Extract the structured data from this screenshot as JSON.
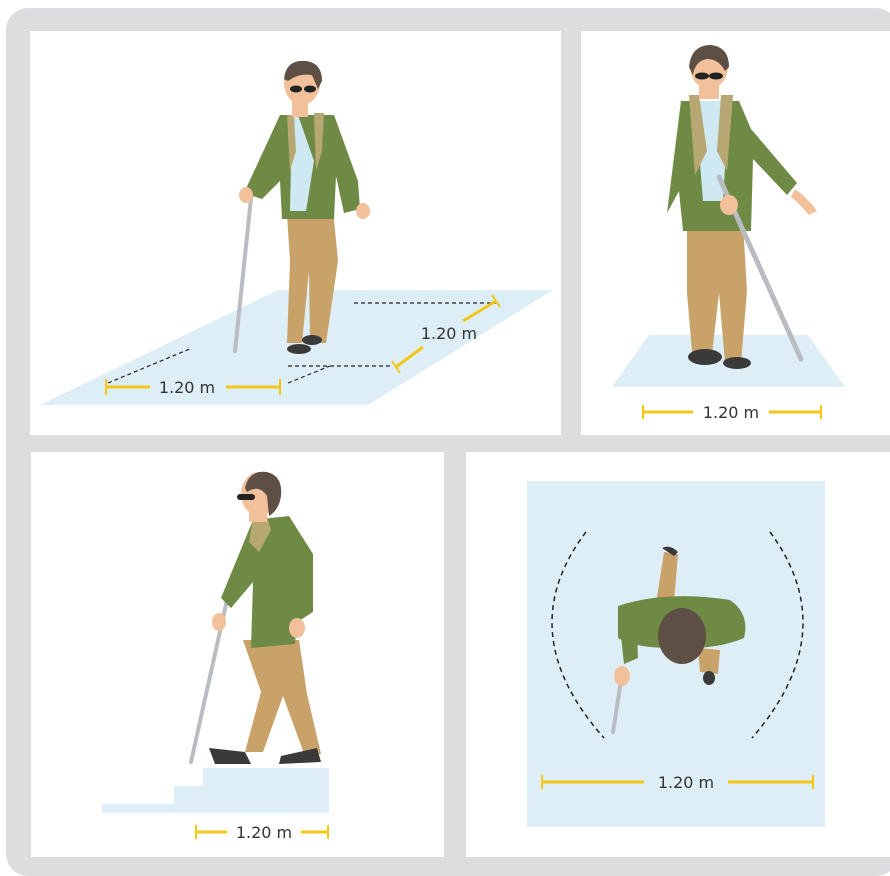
{
  "colors": {
    "frame": "#dcdddf",
    "panel": "#ffffff",
    "floor": "#ddeef7",
    "dimension_line": "#f5c518",
    "jacket": "#6f8a45",
    "jacket_dark": "#5c7538",
    "collar": "#b7a873",
    "trousers": "#c9a26a",
    "shirt": "#cfe9f3",
    "skin": "#f2c09a",
    "hair": "#5e4f45",
    "shoes": "#3a3a3a",
    "cane": "#b9bcc2"
  },
  "panels": [
    {
      "id": "standing-with-cane",
      "dimension_label": "1.20 m",
      "depth_label": "1.20 m"
    },
    {
      "id": "front-view-cane-sweep",
      "dimension_label": "1.20 m"
    },
    {
      "id": "walking-on-steps",
      "dimension_label": "1.20 m"
    },
    {
      "id": "top-view-turning-space",
      "dimension_label": "1.20 m"
    }
  ]
}
